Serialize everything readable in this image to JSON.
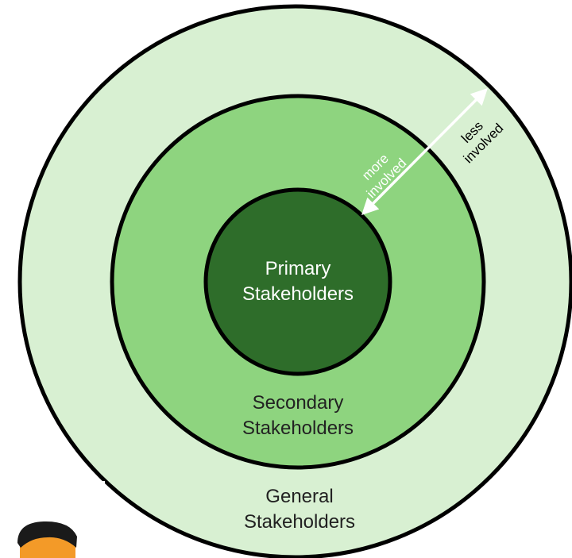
{
  "colors": {
    "outer_ring": "#d8f0d2",
    "middle_ring": "#8ed47f",
    "inner_circle": "#2e6d2a",
    "stroke": "#000000",
    "arrow": "#ffffff",
    "avatar_hair": "#1a1a1a",
    "avatar_skin": "#f39a28"
  },
  "rings": {
    "primary": {
      "line1": "Primary",
      "line2": "Stakeholders"
    },
    "secondary": {
      "line1": "Secondary",
      "line2": "Stakeholders"
    },
    "general": {
      "line1": "General",
      "line2": "Stakeholders"
    }
  },
  "arrow_labels": {
    "inner": {
      "line1": "more",
      "line2": "involved"
    },
    "outer": {
      "line1": "less",
      "line2": "involved"
    }
  },
  "icons": {
    "arrow": "double-headed-arrow-icon",
    "avatar": "person-avatar-icon"
  }
}
